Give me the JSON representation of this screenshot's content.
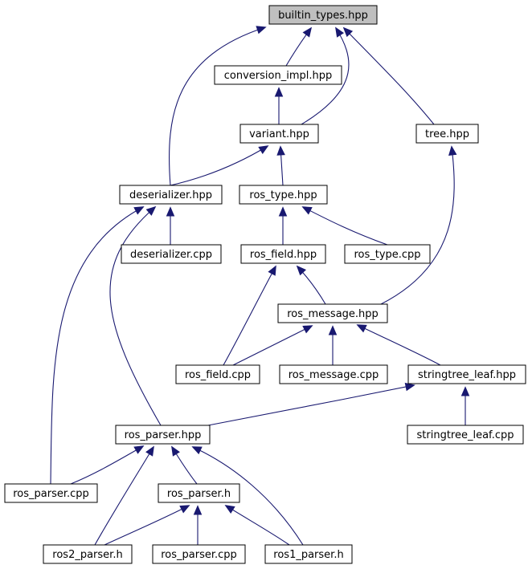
{
  "graph": {
    "colors": {
      "edge": "#191970",
      "node_border": "#000000",
      "root_fill": "#bfbfbf",
      "node_fill": "#ffffff"
    },
    "nodes": [
      {
        "id": "builtin_types",
        "label": "builtin_types.hpp",
        "root": true
      },
      {
        "id": "conversion_impl",
        "label": "conversion_impl.hpp"
      },
      {
        "id": "variant",
        "label": "variant.hpp"
      },
      {
        "id": "tree",
        "label": "tree.hpp"
      },
      {
        "id": "deserializer_hpp",
        "label": "deserializer.hpp"
      },
      {
        "id": "ros_type_hpp",
        "label": "ros_type.hpp"
      },
      {
        "id": "deserializer_cpp",
        "label": "deserializer.cpp"
      },
      {
        "id": "ros_field_hpp",
        "label": "ros_field.hpp"
      },
      {
        "id": "ros_type_cpp",
        "label": "ros_type.cpp"
      },
      {
        "id": "ros_message_hpp",
        "label": "ros_message.hpp"
      },
      {
        "id": "ros_field_cpp",
        "label": "ros_field.cpp"
      },
      {
        "id": "ros_message_cpp",
        "label": "ros_message.cpp"
      },
      {
        "id": "stringtree_leaf_hpp",
        "label": "stringtree_leaf.hpp"
      },
      {
        "id": "ros_parser_hpp",
        "label": "ros_parser.hpp"
      },
      {
        "id": "stringtree_leaf_cpp",
        "label": "stringtree_leaf.cpp"
      },
      {
        "id": "ros_parser_cpp",
        "label": "ros_parser.cpp"
      },
      {
        "id": "ros_parser_h",
        "label": "ros_parser.h"
      },
      {
        "id": "ros2_parser_h",
        "label": "ros2_parser.h"
      },
      {
        "id": "ros_parser_cpp2",
        "label": "ros_parser.cpp"
      },
      {
        "id": "ros1_parser_h",
        "label": "ros1_parser.h"
      }
    ],
    "edges": [
      {
        "from": "conversion_impl",
        "to": "builtin_types"
      },
      {
        "from": "variant",
        "to": "builtin_types"
      },
      {
        "from": "tree",
        "to": "builtin_types"
      },
      {
        "from": "deserializer_hpp",
        "to": "builtin_types"
      },
      {
        "from": "variant",
        "to": "conversion_impl"
      },
      {
        "from": "deserializer_hpp",
        "to": "variant"
      },
      {
        "from": "ros_type_hpp",
        "to": "variant"
      },
      {
        "from": "deserializer_cpp",
        "to": "deserializer_hpp"
      },
      {
        "from": "ros_parser_hpp",
        "to": "deserializer_hpp"
      },
      {
        "from": "ros_parser_cpp",
        "to": "deserializer_hpp"
      },
      {
        "from": "ros_field_hpp",
        "to": "ros_type_hpp"
      },
      {
        "from": "ros_type_cpp",
        "to": "ros_type_hpp"
      },
      {
        "from": "ros_message_hpp",
        "to": "ros_field_hpp"
      },
      {
        "from": "ros_field_cpp",
        "to": "ros_field_hpp"
      },
      {
        "from": "ros_message_hpp",
        "to": "tree"
      },
      {
        "from": "ros_field_cpp",
        "to": "ros_message_hpp"
      },
      {
        "from": "ros_message_cpp",
        "to": "ros_message_hpp"
      },
      {
        "from": "stringtree_leaf_hpp",
        "to": "ros_message_hpp"
      },
      {
        "from": "ros_parser_hpp",
        "to": "stringtree_leaf_hpp"
      },
      {
        "from": "stringtree_leaf_cpp",
        "to": "stringtree_leaf_hpp"
      },
      {
        "from": "ros_parser_cpp",
        "to": "ros_parser_hpp"
      },
      {
        "from": "ros_parser_h",
        "to": "ros_parser_hpp"
      },
      {
        "from": "ros2_parser_h",
        "to": "ros_parser_hpp"
      },
      {
        "from": "ros1_parser_h",
        "to": "ros_parser_hpp"
      },
      {
        "from": "ros2_parser_h",
        "to": "ros_parser_h"
      },
      {
        "from": "ros_parser_cpp2",
        "to": "ros_parser_h"
      },
      {
        "from": "ros1_parser_h",
        "to": "ros_parser_h"
      }
    ]
  }
}
